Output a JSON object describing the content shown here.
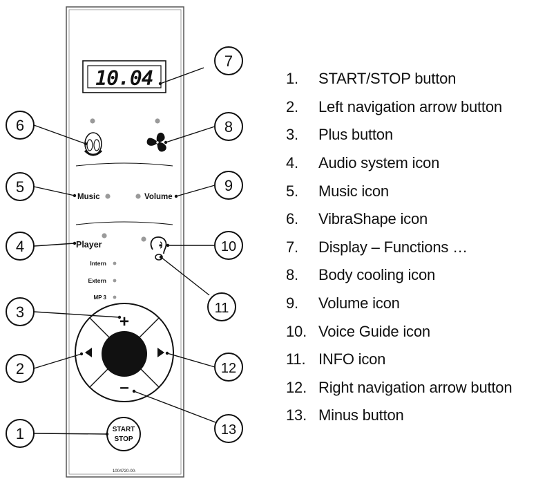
{
  "panel": {
    "display_value": "10.04",
    "labels": {
      "music": "Music",
      "volume": "Volume",
      "player": "Player",
      "intern": "Intern",
      "extern": "Extern",
      "mp3": "MP 3",
      "start": "START",
      "stop": "STOP",
      "part_number": "1004720-00-",
      "plus": "+",
      "minus": "–"
    }
  },
  "callouts": [
    "1",
    "2",
    "3",
    "4",
    "5",
    "6",
    "7",
    "8",
    "9",
    "10",
    "11",
    "12",
    "13"
  ],
  "legend": [
    {
      "num": "1.",
      "text": "START/STOP button"
    },
    {
      "num": "2.",
      "text": "Left navigation arrow button"
    },
    {
      "num": "3.",
      "text": "Plus button"
    },
    {
      "num": "4.",
      "text": "Audio system icon"
    },
    {
      "num": "5.",
      "text": "Music icon"
    },
    {
      "num": "6.",
      "text": "VibraShape icon"
    },
    {
      "num": "7.",
      "text": "Display – Functions …"
    },
    {
      "num": "8.",
      "text": "Body cooling icon"
    },
    {
      "num": "9.",
      "text": "Volume icon"
    },
    {
      "num": "10.",
      "text": "Voice Guide icon"
    },
    {
      "num": "11.",
      "text": "INFO icon"
    },
    {
      "num": "12.",
      "text": "Right navigation arrow button"
    },
    {
      "num": "13.",
      "text": "Minus button"
    }
  ],
  "colors": {
    "line": "#111111",
    "led": "#9a9a9a",
    "panel_border": "#555555"
  }
}
